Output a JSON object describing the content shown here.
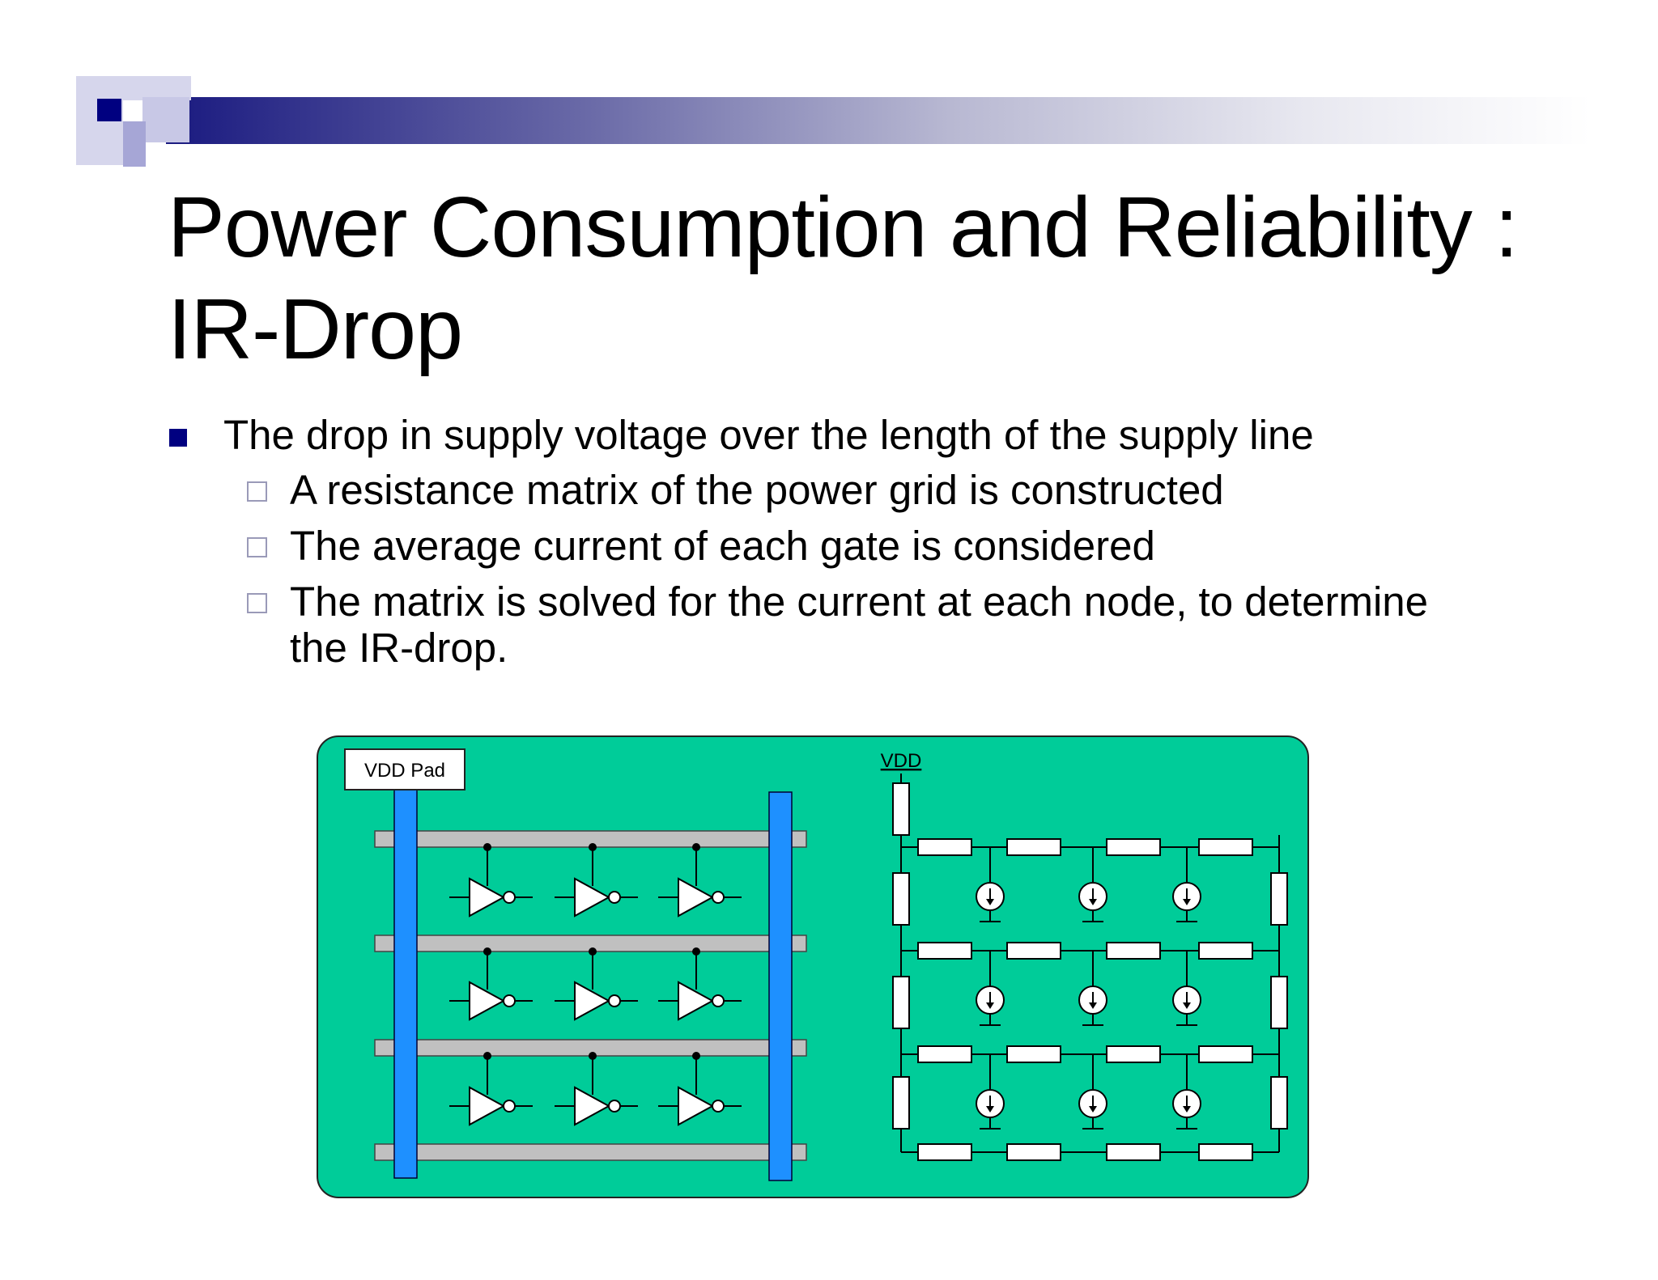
{
  "slide": {
    "title_line1": "Power Consumption and Reliability :",
    "title_line2": "IR-Drop",
    "bullet": "The drop in supply voltage over the length of the supply line",
    "sub_bullets": [
      "A resistance matrix of the power grid is constructed",
      "The average current of each gate is considered",
      "The matrix is solved for the current at each node, to determine",
      "the IR-drop."
    ]
  },
  "diagram": {
    "pad_label": "VDD Pad",
    "vdd_label": "VDD",
    "colors": {
      "background": "#00cc99",
      "rail_vertical": "#1e90ff",
      "rail_horizontal": "#c0c0c0",
      "header_dark": "#000080"
    }
  }
}
